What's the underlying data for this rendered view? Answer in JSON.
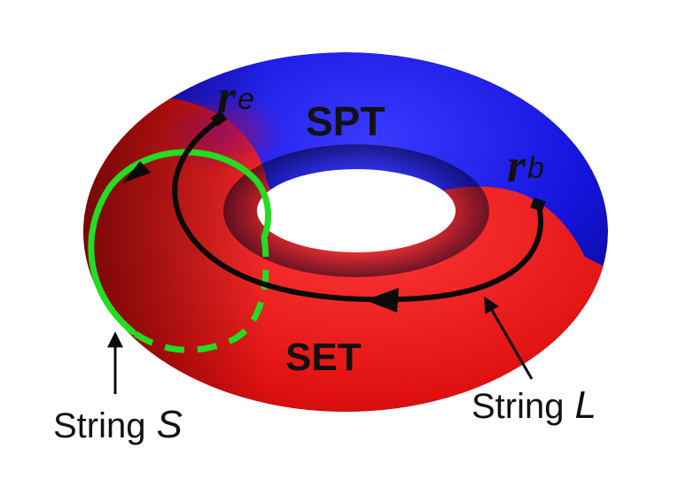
{
  "regions": {
    "spt": "SPT",
    "set": "SET"
  },
  "endpoints": {
    "end": {
      "symbol": "r",
      "subscript": "e"
    },
    "begin": {
      "symbol": "r",
      "subscript": "b"
    }
  },
  "strings": {
    "s": {
      "word": "String",
      "variable": "S"
    },
    "l": {
      "word": "String",
      "variable": "L"
    }
  },
  "colors": {
    "spt_region": "#1a1aee",
    "set_region": "#ee1a1a",
    "string_s": "#22dd22",
    "string_l": "#0a0a0a",
    "labels": "#111111"
  }
}
